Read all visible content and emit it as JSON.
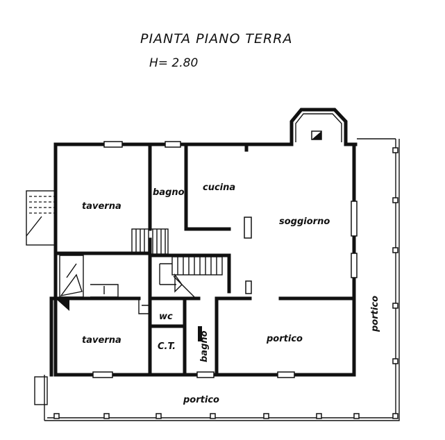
{
  "title": "PIANTA PIANO TERRA",
  "height_note": "H= 2.80",
  "rooms": {
    "taverna_top": "taverna",
    "bagno_top": "bagno",
    "cucina": "cucina",
    "soggiorno": "soggiorno",
    "wc": "wc",
    "taverna_bottom": "taverna",
    "ct": "C.T.",
    "bagno_bottom": "bagno",
    "portico_inner": "portico",
    "portico_right": "portico",
    "portico_bottom": "portico"
  },
  "colors": {
    "ink": "#111111",
    "paper": "#ffffff"
  }
}
